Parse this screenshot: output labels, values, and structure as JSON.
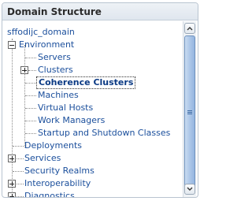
{
  "panel": {
    "title": "Domain Structure"
  },
  "tree": {
    "root": "sffodijc_domain",
    "environment": "Environment",
    "servers": "Servers",
    "clusters": "Clusters",
    "coherence_clusters": "Coherence Clusters",
    "machines": "Machines",
    "virtual_hosts": "Virtual Hosts",
    "work_managers": "Work Managers",
    "startup_shutdown": "Startup and Shutdown Classes",
    "deployments": "Deployments",
    "services": "Services",
    "security_realms": "Security Realms",
    "interoperability": "Interoperability",
    "diagnostics": "Diagnostics"
  },
  "icons": {
    "collapse": "minus-box-icon",
    "expand": "plus-box-icon",
    "scroll_up": "chevron-up-icon",
    "scroll_down": "chevron-down-icon"
  },
  "selected": "Coherence Clusters"
}
